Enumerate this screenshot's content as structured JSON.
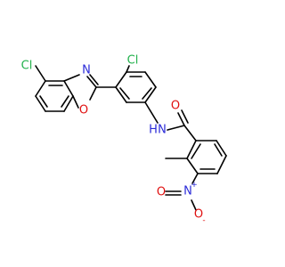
{
  "molecule": {
    "atoms": {
      "cl_left": {
        "text": "Cl",
        "color": "#22b14c"
      },
      "n_oxazole": {
        "text": "N",
        "color": "#2b2bd8"
      },
      "o_oxazole": {
        "text": "O",
        "color": "#e01010"
      },
      "cl_top": {
        "text": "Cl",
        "color": "#22b14c"
      },
      "nh_amide": {
        "text": "N",
        "color": "#2b2bd8"
      },
      "h_amide": {
        "text": "H",
        "color": "#2b2bd8"
      },
      "o_carbonyl": {
        "text": "O",
        "color": "#e01010"
      },
      "n_nitro": {
        "text": "N",
        "color": "#2b2bd8"
      },
      "n_nitro_charge": {
        "text": "+",
        "color": "#2b2bd8"
      },
      "o_nitro_top": {
        "text": "O",
        "color": "#e01010"
      },
      "o_nitro_bottom": {
        "text": "O",
        "color": "#e01010"
      },
      "o_nitro_bottom_charge": {
        "text": "-",
        "color": "#e01010"
      }
    },
    "bond_color": "#000000"
  }
}
